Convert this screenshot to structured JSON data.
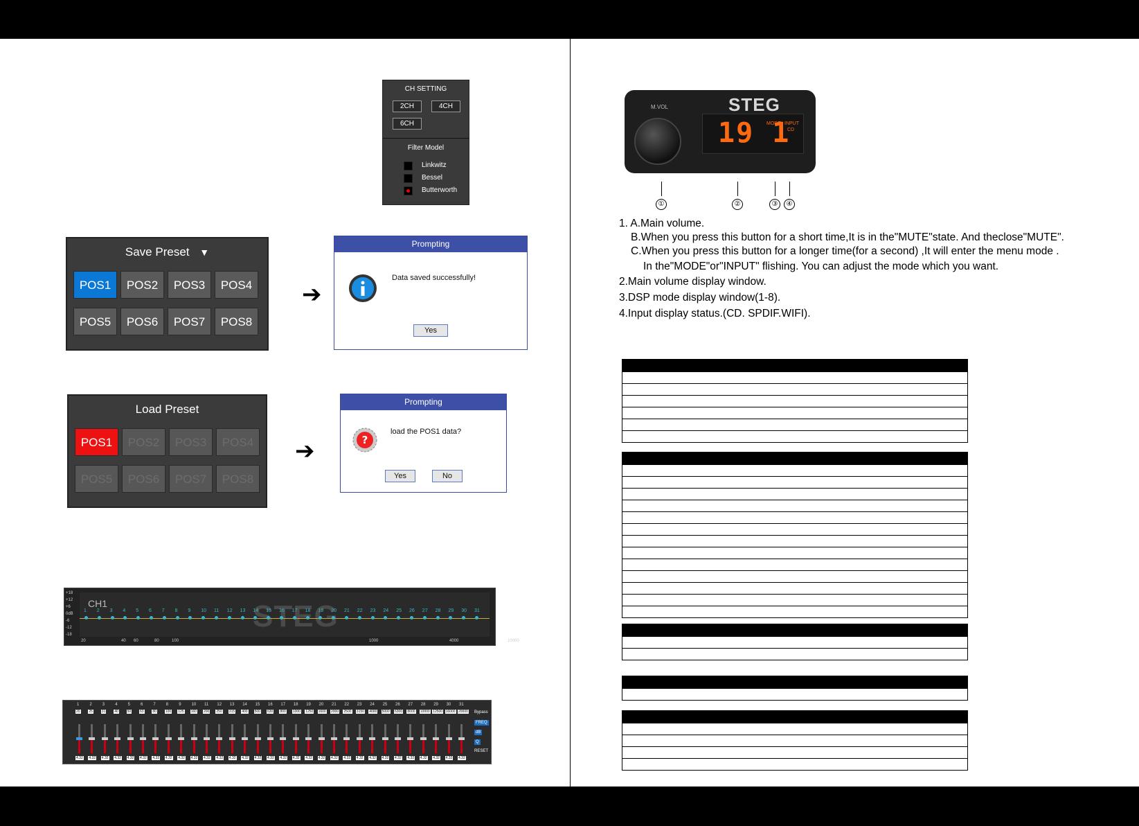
{
  "ch_setting": {
    "title": "CH SETTING",
    "buttons": [
      "2CH",
      "4CH",
      "6CH"
    ],
    "filter_model_title": "Filter Model",
    "filter_models": [
      {
        "label": "Linkwitz",
        "selected": false
      },
      {
        "label": "Bessel",
        "selected": false
      },
      {
        "label": "Butterworth",
        "selected": true
      }
    ]
  },
  "save_preset": {
    "title": "Save Preset",
    "positions": [
      "POS1",
      "POS2",
      "POS3",
      "POS4",
      "POS5",
      "POS6",
      "POS7",
      "POS8"
    ],
    "active": "POS1",
    "active_color": "#0a78d4"
  },
  "save_dialog": {
    "title": "Prompting",
    "message": "Data saved successfully!",
    "yes": "Yes"
  },
  "load_preset": {
    "title": "Load Preset",
    "positions": [
      "POS1",
      "POS2",
      "POS3",
      "POS4",
      "POS5",
      "POS6",
      "POS7",
      "POS8"
    ],
    "active": "POS1",
    "active_color": "#ee1111"
  },
  "load_dialog": {
    "title": "Prompting",
    "message": "load the POS1 data?",
    "yes": "Yes",
    "no": "No"
  },
  "eq_graph": {
    "channel": "CH1",
    "watermark": "STEG",
    "band_numbers": [
      "1",
      "2",
      "3",
      "4",
      "5",
      "6",
      "7",
      "8",
      "9",
      "10",
      "11",
      "12",
      "13",
      "14",
      "15",
      "16",
      "17",
      "18",
      "19",
      "20",
      "21",
      "22",
      "23",
      "24",
      "25",
      "26",
      "27",
      "28",
      "29",
      "30",
      "31"
    ],
    "y_ticks": [
      "+18",
      "+12",
      "+6",
      "0dB",
      "-6",
      "-12",
      "-18"
    ],
    "x_ticks": [
      "20",
      "40",
      "60",
      "80",
      "100",
      "1000",
      "4000",
      "10000"
    ]
  },
  "eq_sliders": {
    "freqs": [
      "20",
      "25",
      "31",
      "40",
      "50",
      "63",
      "80",
      "100",
      "125",
      "160",
      "200",
      "250",
      "315",
      "400",
      "500",
      "630",
      "800",
      "1000",
      "1250",
      "1600",
      "2000",
      "2500",
      "3150",
      "4000",
      "5000",
      "6300",
      "8000",
      "10000",
      "12500",
      "16000",
      "20000"
    ],
    "q_values": [
      "4.32",
      "4.32",
      "4.32",
      "4.32",
      "4.32",
      "4.32",
      "4.32",
      "4.32",
      "4.32",
      "4.32",
      "4.32",
      "4.32",
      "4.32",
      "4.32",
      "4.32",
      "4.32",
      "4.32",
      "4.32",
      "4.32",
      "4.32",
      "4.32",
      "4.32",
      "4.32",
      "4.32",
      "4.32",
      "4.32",
      "4.32",
      "4.32",
      "4.32",
      "4.32",
      "4.32"
    ],
    "side_buttons": [
      "Bypass",
      "FREQ",
      "dB",
      "Q",
      "RESET"
    ]
  },
  "device": {
    "brand": "STEG",
    "knob_label": "M.VOL",
    "display_digits": "19 1",
    "mode_label": "MODE",
    "input_label": "INPUT",
    "input_value": "CD",
    "callouts": [
      "①",
      "②",
      "③",
      "④"
    ]
  },
  "instructions": [
    "1. A.Main volume.",
    "B.When you press this button for a short time,It is in the\"MUTE\"state. And theclose\"MUTE\".",
    "C.When you press this button for a longer time(for a second) ,It will enter the menu mode .",
    "In the\"MODE\"or\"INPUT\" flishing. You can adjust the mode which you want.",
    "2.Main volume display window.",
    "3.DSP mode display window(1-8).",
    "4.Input display status.(CD. SPDIF.WIFI)."
  ],
  "tables": [
    {
      "rows": 6
    },
    {
      "rows": 13
    },
    {
      "rows": 2
    },
    {
      "rows": 1
    },
    {
      "rows": 4
    }
  ]
}
